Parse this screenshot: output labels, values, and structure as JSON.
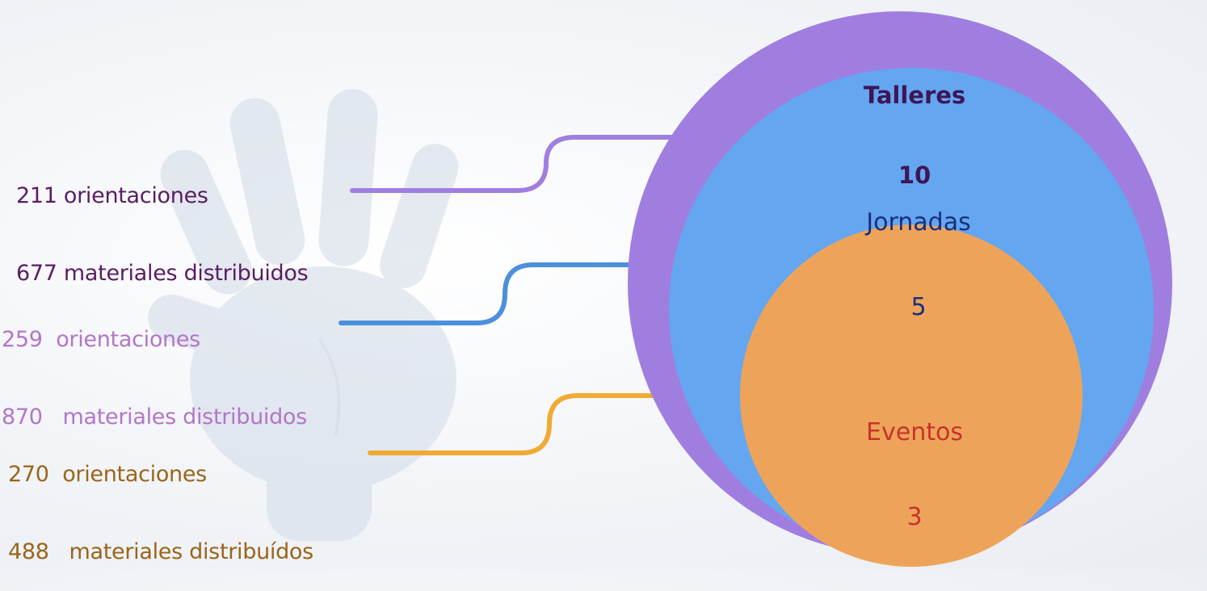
{
  "circles": [
    {
      "id": "talleres",
      "label": "Talleres",
      "value": "10",
      "fill": "#a07ee0",
      "text_color": "#3d1658"
    },
    {
      "id": "jornadas",
      "label": "Jornadas",
      "value": "5",
      "fill": "#64a6f0",
      "text_color": "#1b2f7c"
    },
    {
      "id": "eventos",
      "label": "Eventos",
      "value": "3",
      "fill": "#eda45a",
      "text_color": "#c8332a"
    }
  ],
  "notes": [
    {
      "line1": "211 orientaciones",
      "line2": "677 materiales distribuidos",
      "text_color": "#5a1d62",
      "connector_color": "#a07ee0"
    },
    {
      "line1": "259  orientaciones",
      "line2": "870   materiales distribuidos",
      "text_color": "#b276c8",
      "connector_color": "#4b90dc"
    },
    {
      "line1": "270  orientaciones",
      "line2": "488   materiales distribuídos",
      "text_color": "#9c6418",
      "connector_color": "#f0aa35"
    }
  ],
  "background_motif": "hand-print-icon"
}
